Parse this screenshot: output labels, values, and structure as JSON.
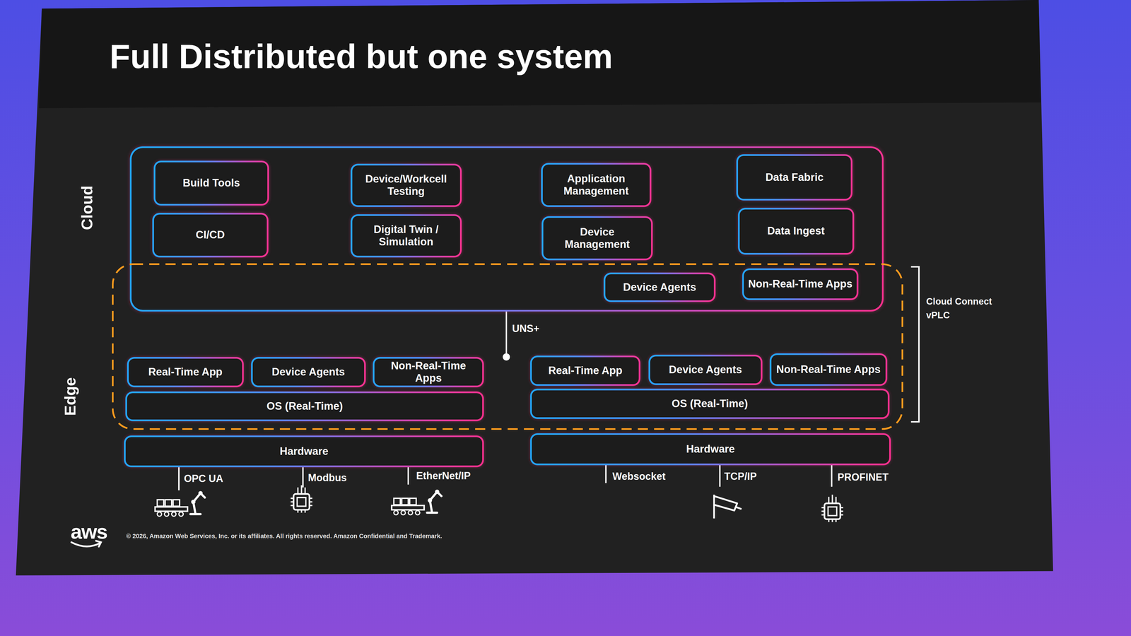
{
  "diagram": {
    "title": "Full Distributed but one system",
    "nodes": [
      {
        "text": [
          "Cloud"
        ]
      },
      {
        "text": [
          "Build Tools"
        ],
        "in": 0
      },
      {
        "text": [
          "Device/Workcell Testing"
        ],
        "in": 0
      },
      {
        "text": [
          "Application Management"
        ],
        "in": 0
      },
      {
        "text": [
          "Data Fabric"
        ],
        "in": 0
      },
      {
        "text": [
          "CI/CD"
        ],
        "in": 0
      },
      {
        "text": [
          "Digital Twin / Simulation"
        ],
        "in": 0
      },
      {
        "text": [
          "Device Management"
        ],
        "in": 0
      },
      {
        "text": [
          "Data Ingest"
        ],
        "in": 0
      },
      {
        "text": [
          "Device Agents"
        ],
        "in": 0
      },
      {
        "text": [
          "Non-Real-Time Apps"
        ],
        "in": 0
      },
      {
        "text": [
          "Edge"
        ]
      },
      {
        "text": [
          "Real-Time App"
        ],
        "in": 11
      },
      {
        "text": [
          "Device Agents"
        ],
        "in": 11
      },
      {
        "text": [
          "Non-Real-Time Apps"
        ],
        "in": 11
      },
      {
        "text": [
          "OS (Real-Time)"
        ],
        "in": 11
      },
      {
        "text": [
          "Real-Time App"
        ],
        "in": 11
      },
      {
        "text": [
          "Device Agents"
        ],
        "in": 11
      },
      {
        "text": [
          "Non-Real-Time Apps"
        ],
        "in": 11
      },
      {
        "text": [
          "OS (Real-Time)"
        ],
        "in": 11
      },
      {
        "text": [
          "Hardware"
        ]
      },
      {
        "text": [
          "Hardware"
        ]
      }
    ],
    "labels": [
      "UNS+",
      "OPC UA",
      "Modbus",
      "EtherNet/IP",
      "Websocket",
      "TCP/IP",
      "PROFINET",
      "Cloud Connect",
      "vPLC",
      "aws",
      "© 2026, Amazon Web Services, Inc. or its affiliates. All rights reserved. Amazon Confidential and Trademark."
    ]
  }
}
